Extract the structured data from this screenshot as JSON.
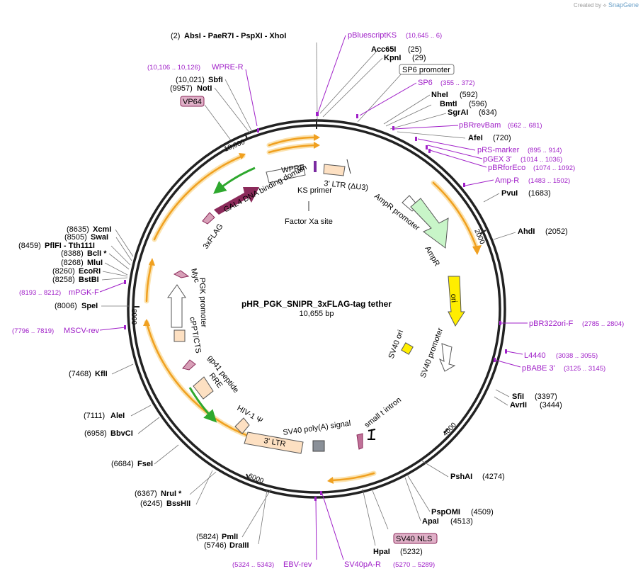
{
  "brand": {
    "prefix": "Created by",
    "name": "SnapGene"
  },
  "plasmid": {
    "name": "pHR_PGK_SNIPR_3xFLAG-tag tether",
    "length": "10,655 bp"
  },
  "ticks": [
    "2000",
    "4000",
    "6000",
    "8000",
    "10,000"
  ],
  "sites": [
    {
      "name": "AbsI - PaeR7I - PspXI - XhoI",
      "pos": "(2)"
    },
    {
      "name": "Acc65I",
      "pos": "(25)"
    },
    {
      "name": "KpnI",
      "pos": "(29)"
    },
    {
      "name": "NheI",
      "pos": "(592)"
    },
    {
      "name": "BmtI",
      "pos": "(596)"
    },
    {
      "name": "SgrAI",
      "pos": "(634)"
    },
    {
      "name": "AfeI",
      "pos": "(720)"
    },
    {
      "name": "PvuI",
      "pos": "(1683)"
    },
    {
      "name": "AhdI",
      "pos": "(2052)"
    },
    {
      "name": "SfiI",
      "pos": "(3397)"
    },
    {
      "name": "AvrII",
      "pos": "(3444)"
    },
    {
      "name": "PshAI",
      "pos": "(4274)"
    },
    {
      "name": "PspOMI",
      "pos": "(4509)"
    },
    {
      "name": "ApaI",
      "pos": "(4513)"
    },
    {
      "name": "HpaI",
      "pos": "(5232)"
    },
    {
      "name": "PmlI",
      "pos": "(5824)"
    },
    {
      "name": "DraIII",
      "pos": "(5746)"
    },
    {
      "name": "NruI *",
      "pos": "(6367)"
    },
    {
      "name": "BssHII",
      "pos": "(6245)"
    },
    {
      "name": "FseI",
      "pos": "(6684)"
    },
    {
      "name": "BbvCI",
      "pos": "(6958)"
    },
    {
      "name": "AleI",
      "pos": "(7111)"
    },
    {
      "name": "KflI",
      "pos": "(7468)"
    },
    {
      "name": "SpeI",
      "pos": "(8006)"
    },
    {
      "name": "BstBI",
      "pos": "(8258)"
    },
    {
      "name": "EcoRI",
      "pos": "(8260)"
    },
    {
      "name": "MluI",
      "pos": "(8268)"
    },
    {
      "name": "BclI *",
      "pos": "(8388)"
    },
    {
      "name": "PflFI - Tth111I",
      "pos": "(8459)"
    },
    {
      "name": "SwaI",
      "pos": "(8505)"
    },
    {
      "name": "XcmI",
      "pos": "(8635)"
    },
    {
      "name": "NotI",
      "pos": "(9957)"
    },
    {
      "name": "SbfI",
      "pos": "(10,021)"
    }
  ],
  "primers": [
    {
      "name": "pBluescriptKS",
      "range": "(10,645 .. 6)"
    },
    {
      "name": "SP6",
      "range": "(355 .. 372)"
    },
    {
      "name": "pBRrevBam",
      "range": "(662 .. 681)"
    },
    {
      "name": "pRS-marker",
      "range": "(895 .. 914)"
    },
    {
      "name": "pGEX 3'",
      "range": "(1014 .. 1036)"
    },
    {
      "name": "pBRforEco",
      "range": "(1074 .. 1092)"
    },
    {
      "name": "Amp-R",
      "range": "(1483 .. 1502)"
    },
    {
      "name": "pBR322ori-F",
      "range": "(2785 .. 2804)"
    },
    {
      "name": "L4440",
      "range": "(3038 .. 3055)"
    },
    {
      "name": "pBABE 3'",
      "range": "(3125 .. 3145)"
    },
    {
      "name": "SV40pA-R",
      "range": "(5270 .. 5289)"
    },
    {
      "name": "EBV-rev",
      "range": "(5324 .. 5343)"
    },
    {
      "name": "MSCV-rev",
      "range": "(7796 .. 7819)"
    },
    {
      "name": "mPGK-F",
      "range": "(8193 .. 8212)"
    },
    {
      "name": "WPRE-R",
      "range": "(10,106 .. 10,126)"
    }
  ],
  "boxed_labels": {
    "sp6_promoter": "SP6 promoter",
    "vp64": "VP64",
    "sv40_nls": "SV40 NLS"
  },
  "features": {
    "wpre": "WPRE",
    "ltr3_du3": "3' LTR (ΔU3)",
    "ks_primer": "KS primer",
    "gal4": "GAL4 DNA binding domain",
    "factor_xa": "Factor Xa site",
    "flag3x": "3xFLAG",
    "ampr_promoter": "AmpR promoter",
    "ampr": "AmpR",
    "ori": "ori",
    "sv40_ori": "SV40 ori",
    "sv40_promoter": "SV40 promoter",
    "small_t": "small t intron",
    "sv40_polya": "SV40 poly(A) signal",
    "ltr3": "3' LTR",
    "hiv_psi": "HIV-1 Ψ",
    "rre": "RRE",
    "gp41": "gp41 peptide",
    "cppt": "cPPT/CTS",
    "pgk": "PGK promoter",
    "myc": "Myc"
  },
  "colors": {
    "backbone": "#222222",
    "primer": "#a020c8",
    "orf_arrow": "#f0a020",
    "orf_glow": "#fbe3b0",
    "green_arrow": "#2ea82e",
    "ampr_fill": "#c8f5c8",
    "ori_fill": "#ffee00",
    "ltr_fill": "#fde0c2",
    "gal4_fill": "#8b2a5a",
    "tag_fill": "#e0b0c8",
    "polya_fill": "#8a9098"
  }
}
